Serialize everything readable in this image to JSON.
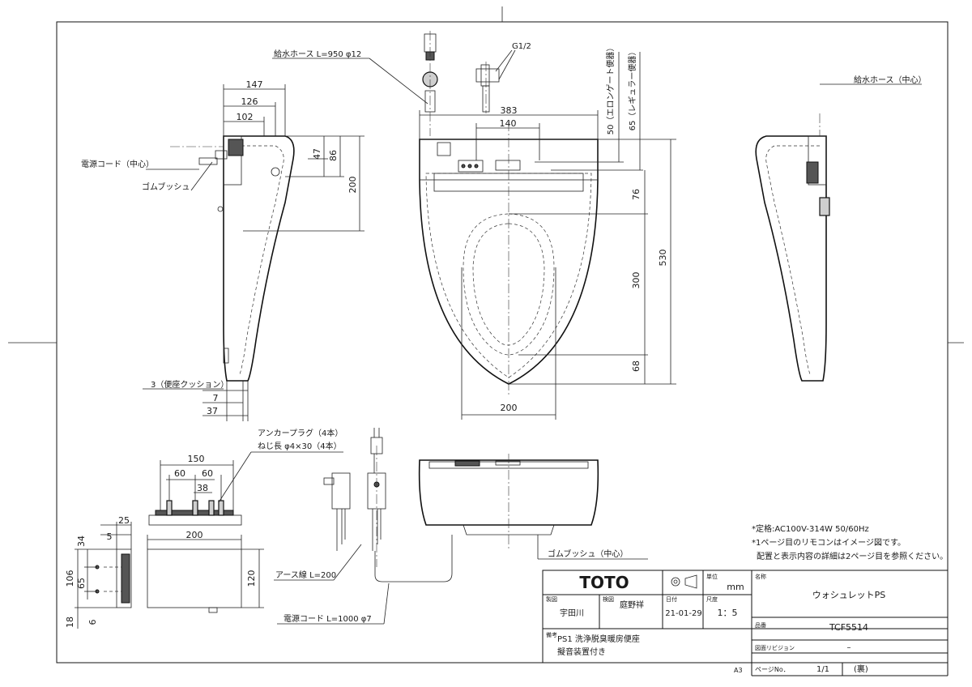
{
  "title_block": {
    "brand": "TOTO",
    "unit_header": "単位",
    "unit": "mm",
    "name_header": "名称",
    "product_name": "ウォシュレットPS",
    "drawn_header": "製図",
    "drawn_by": "宇田川",
    "checked_header": "検図",
    "checked_by": "庭野祥",
    "date_header": "日付",
    "date": "21-01-29",
    "scale_header": "尺度",
    "scale": "1：5",
    "part_no_header": "品番",
    "part_no": "TCF5514",
    "remarks_header": "備考",
    "remarks_line1": "PS1 洗浄脱臭暖房便座",
    "remarks_line2": "擬音装置付き",
    "revision_header": "図面リビジョン",
    "revision_value": "–",
    "page_label": "ページNo．",
    "page_value": "1/1",
    "page_suffix": "(裏)",
    "sheet_size": "A3"
  },
  "notes": [
    "*定格:AC100V-314W 50/60Hz",
    "*1ページ目のリモコンはイメージ図です。",
    "配置と表示内容の詳細は2ページ目を参照ください。"
  ],
  "callouts": {
    "water_hose_top": "給水ホース L=950 φ12",
    "thread": "G1/2",
    "water_hose_side": "給水ホース（中心）",
    "power_cord_center": "電源コード（中心）",
    "rubber_bush": "ゴムブッシュ",
    "seat_cushion": "3（便座クッション）",
    "anchor_plug": "アンカープラグ（4本）",
    "screw_length": "ねじ長 φ4×30（4本）",
    "earth_wire": "アース線 L=200",
    "power_cord_length": "電源コード L=1000 φ7",
    "rubber_bush_center": "ゴムブッシュ（中心）",
    "elongate_seat": "50（エロンゲート便器）",
    "regular_seat": "65（レギュラー便器）"
  },
  "dimensions": {
    "side_147": "147",
    "side_126": "126",
    "side_102": "102",
    "side_47": "47",
    "side_86": "86",
    "side_200": "200",
    "side_7": "7",
    "side_37": "37",
    "top_383": "383",
    "top_140": "140",
    "top_76": "76",
    "top_300": "300",
    "top_530": "530",
    "top_68": "68",
    "top_200": "200",
    "plate_150": "150",
    "plate_60a": "60",
    "plate_60b": "60",
    "plate_38": "38",
    "plate_25": "25",
    "plate_5": "5",
    "plate_200": "200",
    "plate_34": "34",
    "plate_65": "65",
    "plate_106": "106",
    "plate_18": "18",
    "plate_6": "6",
    "plate_120": "120"
  },
  "colors": {
    "line": "#222222",
    "fill_gray": "#cfcfcf",
    "paper": "#ffffff"
  }
}
